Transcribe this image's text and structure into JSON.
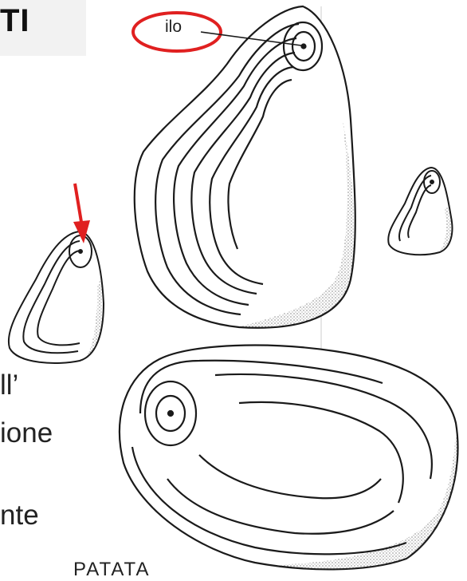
{
  "slide": {
    "title_fragment": "TI",
    "body_fragments": [
      "ll’",
      "ione",
      "nte"
    ],
    "bottom_label": "PATATA"
  },
  "diagram": {
    "hilum_label": "ilo",
    "colors": {
      "ink": "#1a1a1a",
      "highlight": "#e02020",
      "stipple": "#444444",
      "title_band": "#f2f2f2"
    }
  }
}
